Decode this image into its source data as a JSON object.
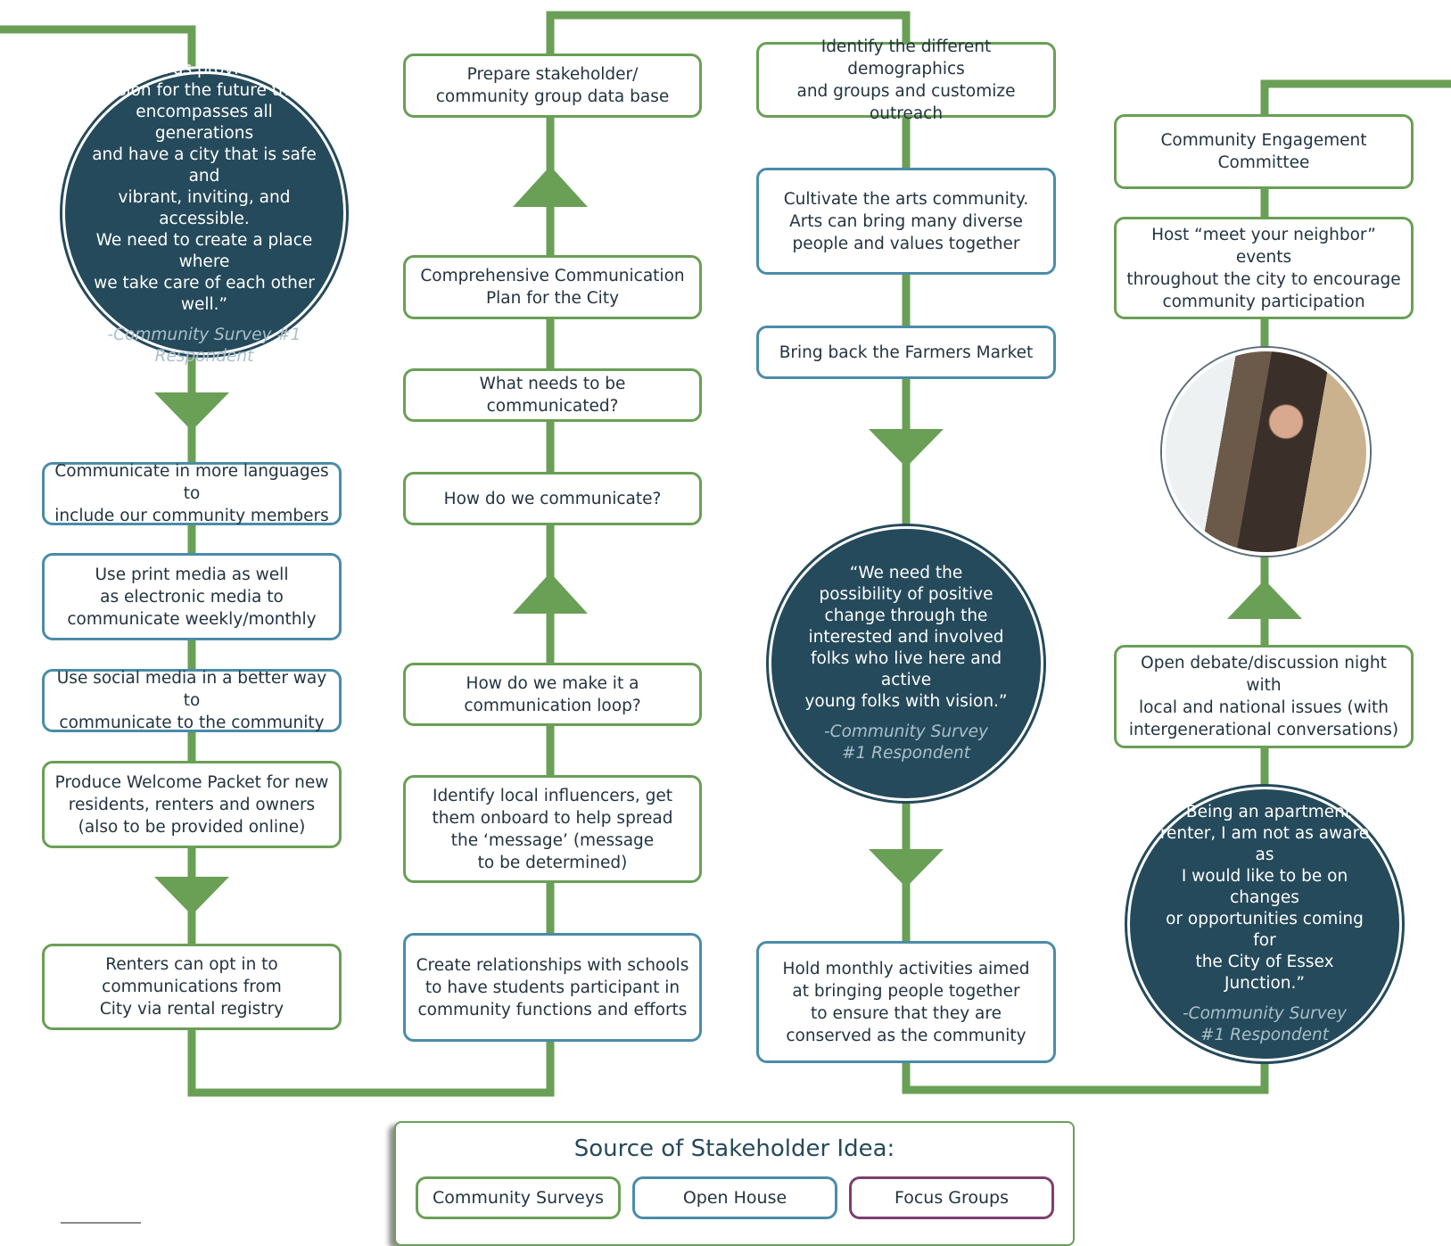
{
  "colors": {
    "green": "#6a9f56",
    "blue": "#4a8ca8",
    "purple": "#7d3f6f",
    "navy": "#254a5b"
  },
  "col1": {
    "quote": {
      "text": "“Let us provide a\nvision for the future that\nencompasses all generations\nand have a city that is safe and\nvibrant, inviting, and accessible.\nWe need to create a place where\nwe take care of each other well.”",
      "attribution": "-Community Survey #1\nRespondent"
    },
    "languages": "Communicate in more languages to\ninclude our community members",
    "print_media": "Use print media as well\nas electronic media to\ncommunicate weekly/monthly",
    "social_media": "Use social media in a better way to\ncommunicate to the community",
    "welcome_packet": "Produce Welcome Packet for new\nresidents, renters and owners\n(also to be provided online)",
    "renters": "Renters can opt in to\ncommunications from\nCity via rental registry"
  },
  "col2": {
    "database": "Prepare stakeholder/\ncommunity group data base",
    "comm_plan": "Comprehensive Communication\nPlan for the City",
    "what": "What needs to be communicated?",
    "how": "How do we communicate?",
    "loop": "How do we make it a\ncommunication loop?",
    "influencers": "Identify local influencers, get\nthem onboard to help spread\nthe ‘message’ (message\nto be determined)",
    "schools": "Create relationships with schools\nto have students participant in\ncommunity functions and efforts"
  },
  "col3": {
    "demographics": "Identify the different demographics\nand groups and customize outreach",
    "arts": "Cultivate the arts community.\nArts can bring many diverse\npeople and values together",
    "farmers": "Bring back the Farmers Market",
    "quote": {
      "text": "“We need the\npossibility of positive\nchange through the\ninterested and involved\nfolks who live here and active\nyoung folks with vision.”",
      "attribution": "-Community Survey\n#1 Respondent"
    },
    "monthly": "Hold monthly activities aimed\nat bringing people together\nto ensure that they are\nconserved as the community"
  },
  "col4": {
    "committee": "Community Engagement\nCommittee",
    "neighbor": "Host “meet your neighbor” events\nthroughout the city to encourage\ncommunity participation",
    "debate": "Open debate/discussion night with\nlocal and national issues (with\nintergenerational conversations)",
    "quote": {
      "text": "“Being an apartment\nrenter, I am not as aware as\nI would like to be on changes\nor opportunities coming for\nthe City of Essex Junction.”",
      "attribution": "-Community Survey\n#1 Respondent"
    }
  },
  "legend": {
    "title": "Source of Stakeholder Idea:",
    "items": [
      "Community Surveys",
      "Open House",
      "Focus Groups"
    ]
  }
}
